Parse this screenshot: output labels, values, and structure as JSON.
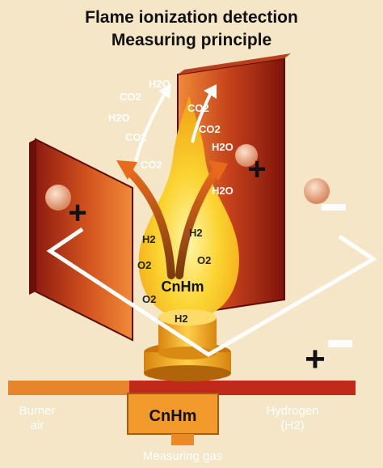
{
  "title": {
    "line1": "Flame ionization detection",
    "line2": "Measuring principle"
  },
  "molecules": {
    "co2_a": "CO2",
    "h2o_a": "H2O",
    "h2o_b": "H2O",
    "co2_b": "CO2",
    "co2_c": "CO2",
    "co2_d": "CO2",
    "co2_e": "CO2",
    "h2o_c": "H2O",
    "h2o_d": "H2O",
    "h2_a": "H2",
    "h2_b": "H2",
    "o2_a": "O2",
    "o2_b": "O2",
    "o2_c": "O2",
    "h2_c": "H2",
    "flame_compound": "CnHm"
  },
  "labels": {
    "burner_air_1": "Burner",
    "burner_air_2": "air",
    "hydrogen_1": "Hydrogen",
    "hydrogen_2": "(H2)",
    "inlet_compound": "CnHm",
    "measuring_gas": "Measuring gas"
  },
  "symbols": {
    "plus": "+",
    "minus": "−"
  },
  "colors": {
    "background": "#f5e6c8",
    "electrode_dark": "#8b1a0e",
    "electrode_light": "#e8722a",
    "flame_outer": "#f7c21a",
    "flame_inner": "#fff27a",
    "burner": "#f0a418",
    "hydrogen_line": "#c0281a",
    "circuit": "#ffffff"
  }
}
